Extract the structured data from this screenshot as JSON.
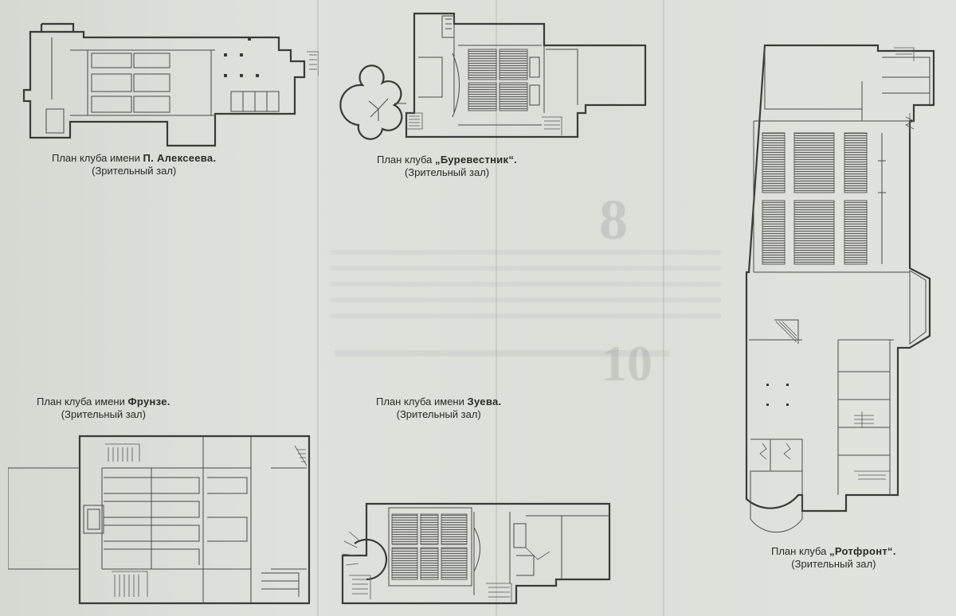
{
  "captions": {
    "alekseev": {
      "prefix": "План клуба имени",
      "name": "П. Алексеева.",
      "sub": "(Зрительный зал)"
    },
    "burevestnik": {
      "prefix": "План клуба",
      "name": "„Буревестник“.",
      "sub": "(Зрительный зал)"
    },
    "frunze": {
      "prefix": "План клуба имени",
      "name": "Фрунзе.",
      "sub": "(Зрительный зал)"
    },
    "zuev": {
      "prefix": "План клуба имени",
      "name": "Зуева.",
      "sub": "(Зрительный зал)"
    },
    "rotfront": {
      "prefix": "План клуба",
      "name": "„Ротфронт“.",
      "sub": "(Зрительный зал)"
    }
  },
  "bleed_through": {
    "page_number": "8",
    "figure": "10"
  }
}
